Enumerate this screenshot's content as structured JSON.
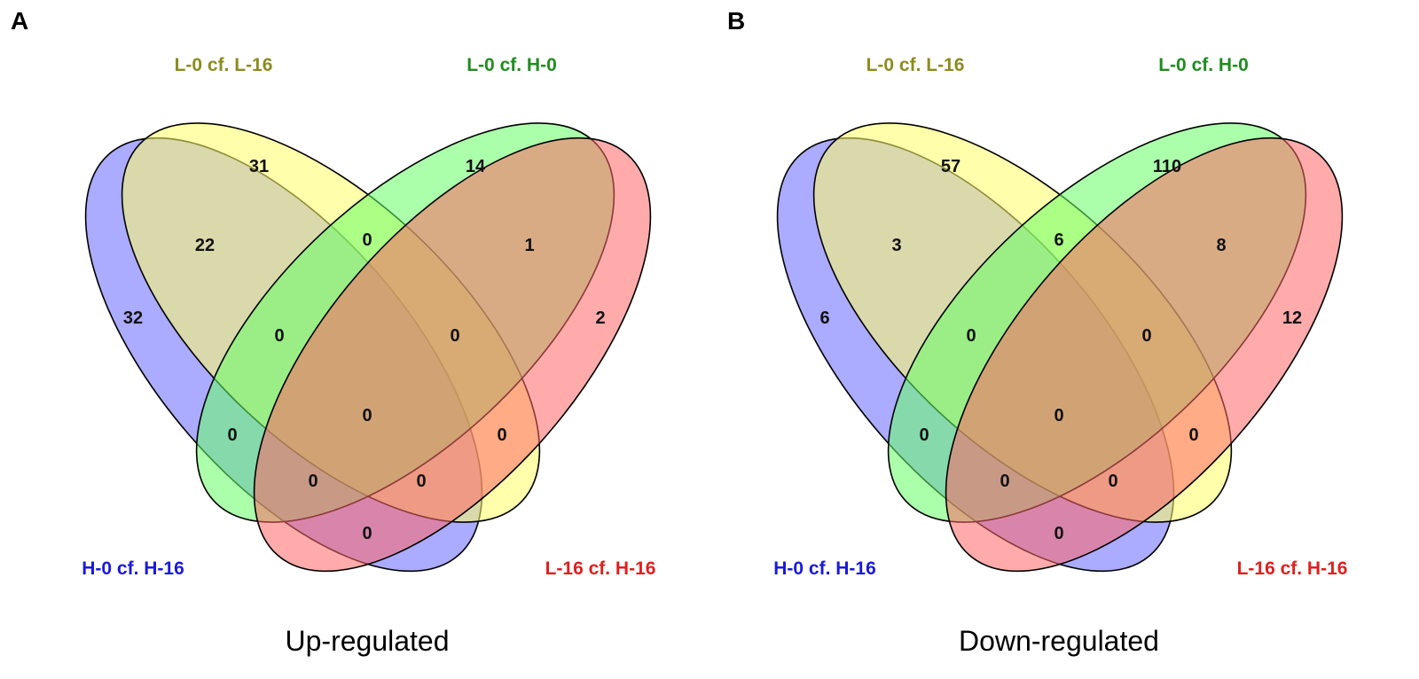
{
  "panels": [
    {
      "letter": "A",
      "caption": "Up-regulated",
      "set_labels": {
        "set1": "H-0 cf. H-16",
        "set2": "L-0 cf. L-16",
        "set3": "L-0 cf. H-0",
        "set4": "L-16 cf. H-16"
      },
      "counts": {
        "only_set1": "32",
        "only_set2": "31",
        "only_set3": "14",
        "only_set4": "2",
        "set1_set2": "22",
        "set2_set3": "0",
        "set3_set4": "1",
        "set1_set2_set3": "0",
        "set2_set3_set4": "0",
        "set1_set3": "0",
        "set2_set4": "0",
        "all_four": "0",
        "set1_set3_set4": "0",
        "set1_set2_set4": "0",
        "set1_set4": "0"
      }
    },
    {
      "letter": "B",
      "caption": "Down-regulated",
      "set_labels": {
        "set1": "H-0 cf. H-16",
        "set2": "L-0 cf. L-16",
        "set3": "L-0 cf. H-0",
        "set4": "L-16 cf. H-16"
      },
      "counts": {
        "only_set1": "6",
        "only_set2": "57",
        "only_set3": "110",
        "only_set4": "12",
        "set1_set2": "3",
        "set2_set3": "6",
        "set3_set4": "8",
        "set1_set2_set3": "0",
        "set2_set3_set4": "0",
        "set1_set3": "0",
        "set2_set4": "0",
        "all_four": "0",
        "set1_set3_set4": "0",
        "set1_set2_set4": "0",
        "set1_set4": "0"
      }
    }
  ],
  "colors": {
    "set1": "#6666ff",
    "set2": "#ffff66",
    "set3": "#66ff66",
    "set4": "#ff6666",
    "set1_label": "#1a1adb",
    "set2_label": "#8c8c1f",
    "set3_label": "#1f8c1f",
    "set4_label": "#e01f1f"
  }
}
